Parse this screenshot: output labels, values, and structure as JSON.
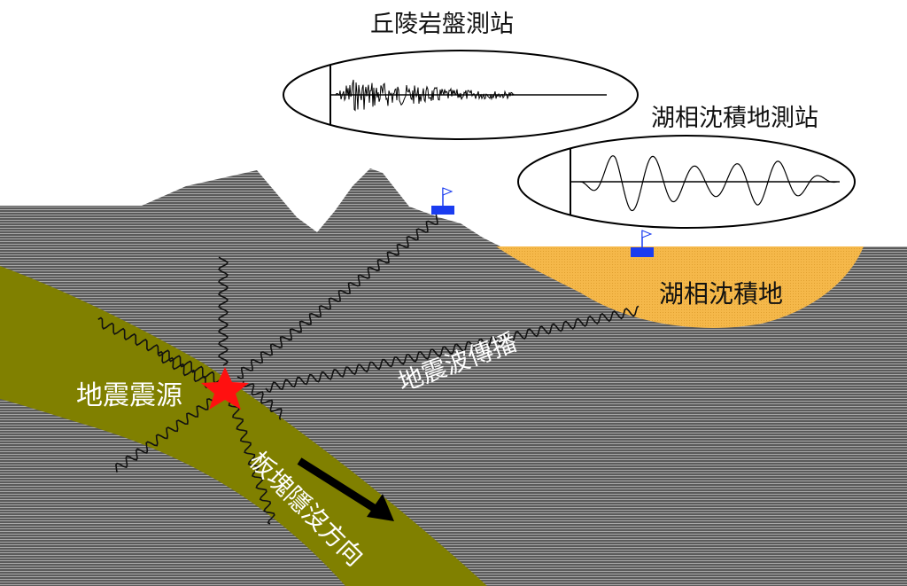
{
  "labels": {
    "hill_station": "丘陵岩盤測站",
    "lake_station": "湖相沈積地測站",
    "lake_deposit": "湖相沈積地",
    "wave_propagation": "地震波傳播",
    "epicenter": "地震震源",
    "subduction_direction": "板塊隱沒方向"
  },
  "colors": {
    "crust": "#5a5a5a",
    "crust_line": "#a8a8a8",
    "plate": "#808000",
    "lake": "#f5b84a",
    "station": "#1a3cf0",
    "epicenter_star": "#ff1010",
    "wave_line": "#111111"
  },
  "icons": {
    "epicenter": "star-icon",
    "station": "flag-icon",
    "direction": "arrow-icon"
  }
}
